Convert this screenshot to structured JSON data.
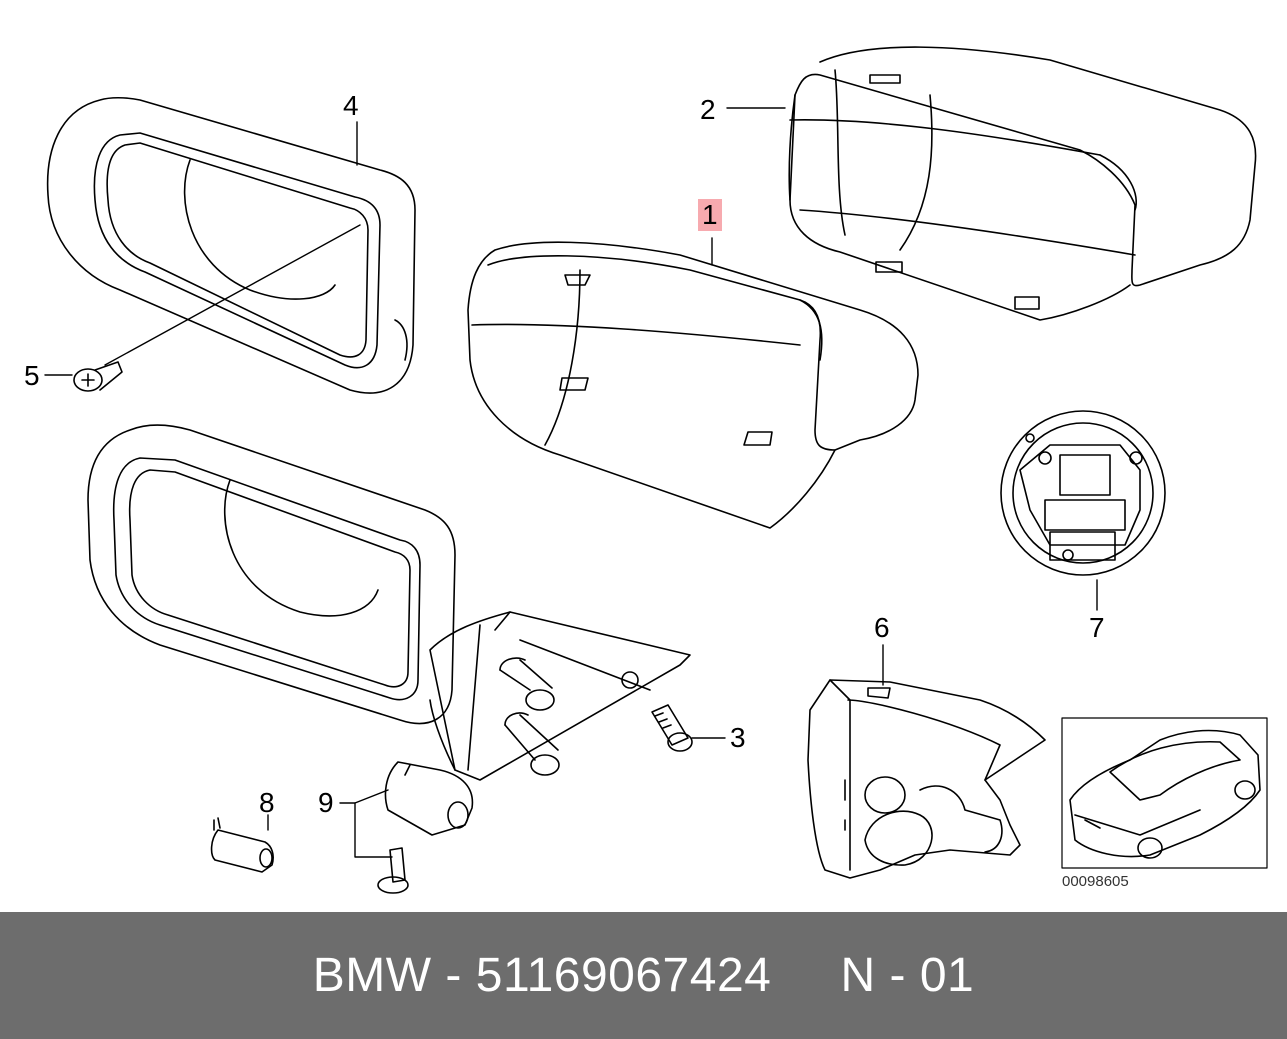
{
  "diagram": {
    "callouts": [
      "1",
      "2",
      "3",
      "4",
      "5",
      "6",
      "7",
      "8",
      "9"
    ],
    "highlighted_callout": "1",
    "highlight_color": "#f0646e",
    "reference_code": "00098605"
  },
  "footer": {
    "text": "BMW - 51169067424     N - 01",
    "background_color": "#6d6d6d",
    "text_color": "#ffffff"
  }
}
